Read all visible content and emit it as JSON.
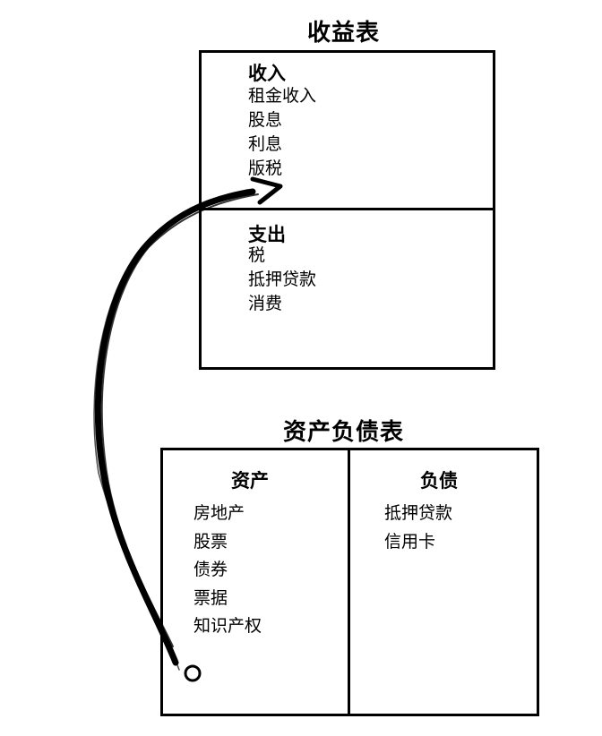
{
  "income_statement": {
    "title": "收益表",
    "income": {
      "heading": "收入",
      "items": [
        "租金收入",
        "股息",
        "利息",
        "版税"
      ]
    },
    "expenses": {
      "heading": "支出",
      "items": [
        "税",
        "抵押贷款",
        "消费"
      ]
    }
  },
  "balance_sheet": {
    "title": "资产负债表",
    "assets": {
      "heading": "资产",
      "items": [
        "房地产",
        "股票",
        "债券",
        "票据",
        "知识产权"
      ]
    },
    "liabilities": {
      "heading": "负债",
      "items": [
        "抵押贷款",
        "信用卡"
      ]
    }
  },
  "connector": {
    "from": "assets",
    "to": "income",
    "icon": "hand-drawn-curved-arrow",
    "color": "#000000"
  }
}
